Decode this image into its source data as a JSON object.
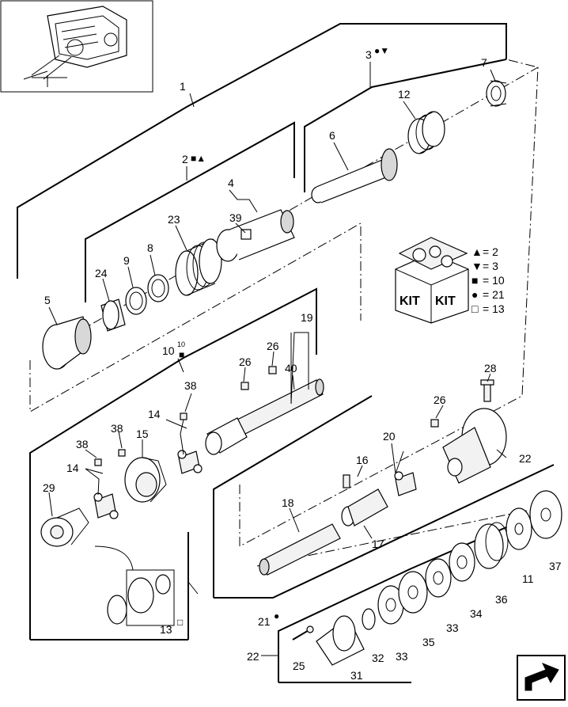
{
  "labels": {
    "p1": "1",
    "p2": "2",
    "p3": "3",
    "p4": "4",
    "p5": "5",
    "p6": "6",
    "p7": "7",
    "p8": "8",
    "p9": "9",
    "p10": "10",
    "p10sup": "10",
    "p11": "11",
    "p12": "12",
    "p13": "13",
    "p14a": "14",
    "p14b": "14",
    "p15": "15",
    "p16": "16",
    "p17": "17",
    "p18": "18",
    "p19": "19",
    "p20": "20",
    "p21": "21",
    "p22a": "22",
    "p22b": "22",
    "p23": "23",
    "p24": "24",
    "p25": "25",
    "p26a": "26",
    "p26b": "26",
    "p26c": "26",
    "p28": "28",
    "p29": "29",
    "p31": "31",
    "p32": "32",
    "p33a": "33",
    "p33b": "33",
    "p34": "34",
    "p35": "35",
    "p36": "36",
    "p37": "37",
    "p38a": "38",
    "p38b": "38",
    "p38c": "38",
    "p39": "39",
    "p40": "40"
  },
  "kit_legend": [
    {
      "symbol": "▲",
      "text": "= 2"
    },
    {
      "symbol": "▼",
      "text": "= 3"
    },
    {
      "symbol": "■",
      "text": "= 10"
    },
    {
      "symbol": "●",
      "text": "= 21"
    },
    {
      "symbol": "□",
      "text": "= 13"
    }
  ],
  "kit_box": {
    "word1": "KIT",
    "word2": "KIT"
  },
  "icons": {
    "part2_symbols": "■▲",
    "part3_symbols": "●▼",
    "part10_symbol": "■",
    "part13_symbol": "□",
    "part21_symbol": "●",
    "next_page": "next-page-arrow-icon"
  }
}
